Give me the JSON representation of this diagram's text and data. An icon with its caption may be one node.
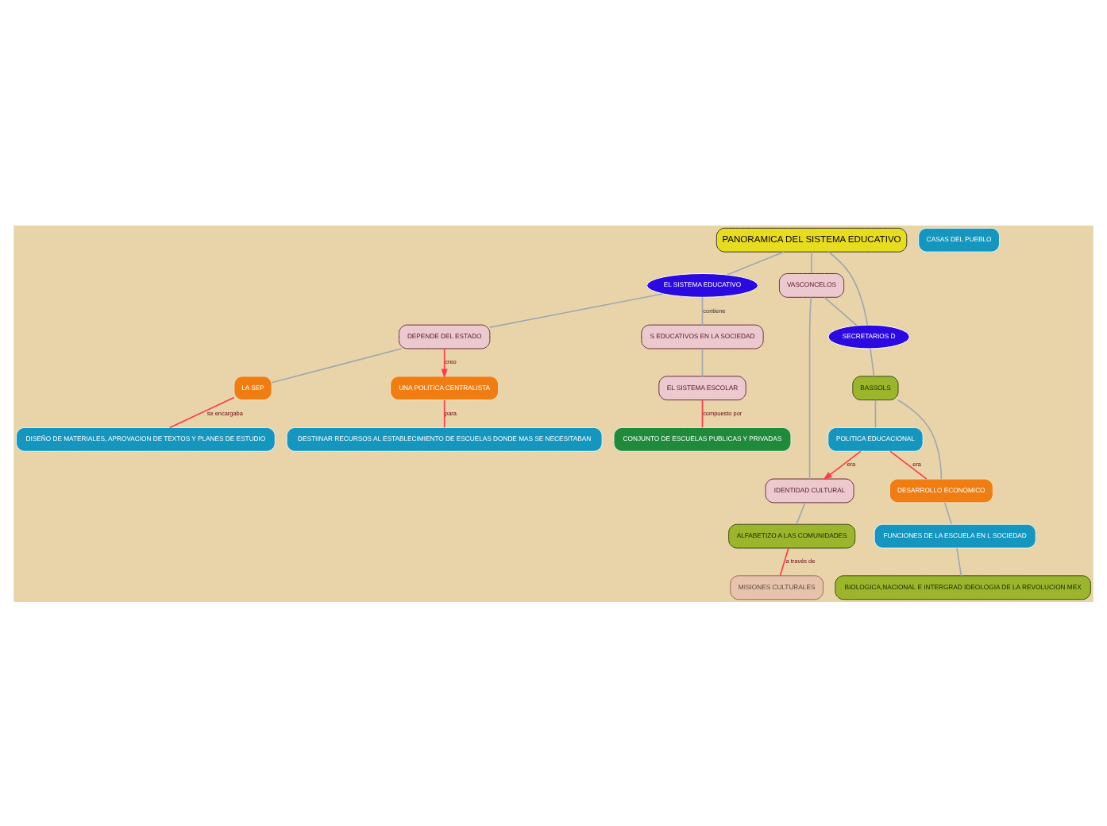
{
  "diagram": {
    "nodes": [
      {
        "text": [
          "PANORAMICA DEL SISTEMA EDUCATIVO"
        ]
      },
      {
        "text": [
          "EL SISTEMA EDUCATIVO"
        ]
      },
      {
        "text": [
          "VASCONCELOS"
        ]
      },
      {
        "text": [
          "SECRETARIOS D"
        ]
      },
      {
        "text": [
          "S EDUCATIVOS EN LA SOCIEDAD"
        ]
      },
      {
        "text": [
          "DEPENDE DEL ESTADO"
        ]
      },
      {
        "text": [
          "EL SISTEMA ESCOLAR"
        ]
      },
      {
        "text": [
          "LA SEP"
        ]
      },
      {
        "text": [
          "DISEÑO DE MATERIALES, APROVACION DE TEXTOS Y PLANES DE ESTUDIO"
        ]
      },
      {
        "text": [
          "CONJUNTO DE ESCUELAS PUBLICAS Y PRIVADAS"
        ]
      },
      {
        "text": [
          "UNA POLITICA CENTRALISTA"
        ]
      },
      {
        "text": [
          "DESTIINAR RECURSOS AL ESTABLECIMIENTO DE ESCUELAS DONDE MAS SE NECESITABAN"
        ]
      },
      {
        "text": [
          "IDENTIDAD CULTURAL"
        ]
      },
      {
        "text": [
          "ALFABETIZO A LAS COMUNIDADES"
        ]
      },
      {
        "text": [
          "BASSOLS"
        ]
      },
      {
        "text": [
          "POLITICA EDUCACIONAL"
        ]
      },
      {
        "text": [
          "DESARROLLO ECONOMICO"
        ]
      },
      {
        "text": [
          "FUNCIONES DE LA ESCUELA EN L SOCIEDAD"
        ]
      },
      {
        "text": [
          "BIOLOGICA,NACIONAL E INTERGRAD IDEOLOGIA DE LA REVOLUCION MEX"
        ]
      },
      {
        "text": [
          "MISIONES CULTURALES"
        ]
      },
      {
        "text": [
          "CASAS DEL PUEBLO"
        ]
      }
    ],
    "edges": [
      {
        "from": 0,
        "to": 1,
        "arrow": "none"
      },
      {
        "from": 0,
        "to": 2,
        "arrow": "none"
      },
      {
        "from": 0,
        "to": 3,
        "arrow": "none"
      },
      {
        "from": 2,
        "to": 3,
        "arrow": "none"
      },
      {
        "from": 1,
        "to": 4,
        "arrow": "none",
        "label": "contiene"
      },
      {
        "from": 1,
        "to": 5,
        "arrow": "none"
      },
      {
        "from": 4,
        "to": 6,
        "arrow": "none"
      },
      {
        "from": 5,
        "to": 7,
        "arrow": "none"
      },
      {
        "from": 7,
        "to": 8,
        "arrow": "none",
        "label": "se encargaba",
        "color": "#ff3b47"
      },
      {
        "from": 6,
        "to": 9,
        "arrow": "none",
        "label": "compuesto por",
        "color": "#ff3b47"
      },
      {
        "from": 5,
        "to": 10,
        "arrow": "to",
        "label": "creo",
        "color": "#ff3b47"
      },
      {
        "from": 10,
        "to": 11,
        "arrow": "none",
        "label": "para",
        "color": "#ff3b47"
      },
      {
        "from": 2,
        "to": 12,
        "arrow": "none"
      },
      {
        "from": 12,
        "to": 13,
        "arrow": "none"
      },
      {
        "from": 15,
        "to": 12,
        "arrow": "to",
        "label": "era",
        "color": "#ff3b47"
      },
      {
        "from": 13,
        "to": 19,
        "arrow": "none",
        "label": "a través de",
        "color": "#ff3b47"
      },
      {
        "from": 3,
        "to": 14,
        "arrow": "none"
      },
      {
        "from": 14,
        "to": 15,
        "arrow": "none"
      },
      {
        "from": 14,
        "to": 16,
        "arrow": "none"
      },
      {
        "from": 15,
        "to": 16,
        "arrow": "none",
        "label": "era",
        "color": "#ff3b47"
      },
      {
        "from": 16,
        "to": 17,
        "arrow": "none"
      },
      {
        "from": 17,
        "to": 18,
        "arrow": "none"
      }
    ]
  }
}
